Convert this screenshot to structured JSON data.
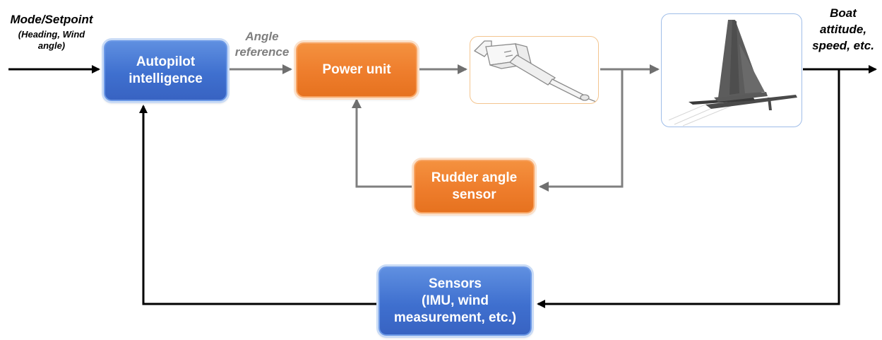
{
  "nodes": {
    "autopilot": "Autopilot\nintelligence",
    "power_unit": "Power unit",
    "rudder_sensor": "Rudder angle\nsensor",
    "sensors": "Sensors\n(IMU, wind\nmeasurement, etc.)"
  },
  "labels": {
    "input_title": "Mode/Setpoint",
    "input_detail": "(Heading, Wind\nangle)",
    "angle_reference": "Angle\nreference",
    "output": "Boat\nattitude,\nspeed, etc."
  },
  "icons": {
    "actuator": "hydraulic-actuator-image",
    "boat": "catamaran-image"
  },
  "colors": {
    "blue_block": "#4472c4",
    "orange_block": "#ed7d31",
    "signal_line": "#000000",
    "feedback_line": "#7f7f7f"
  }
}
